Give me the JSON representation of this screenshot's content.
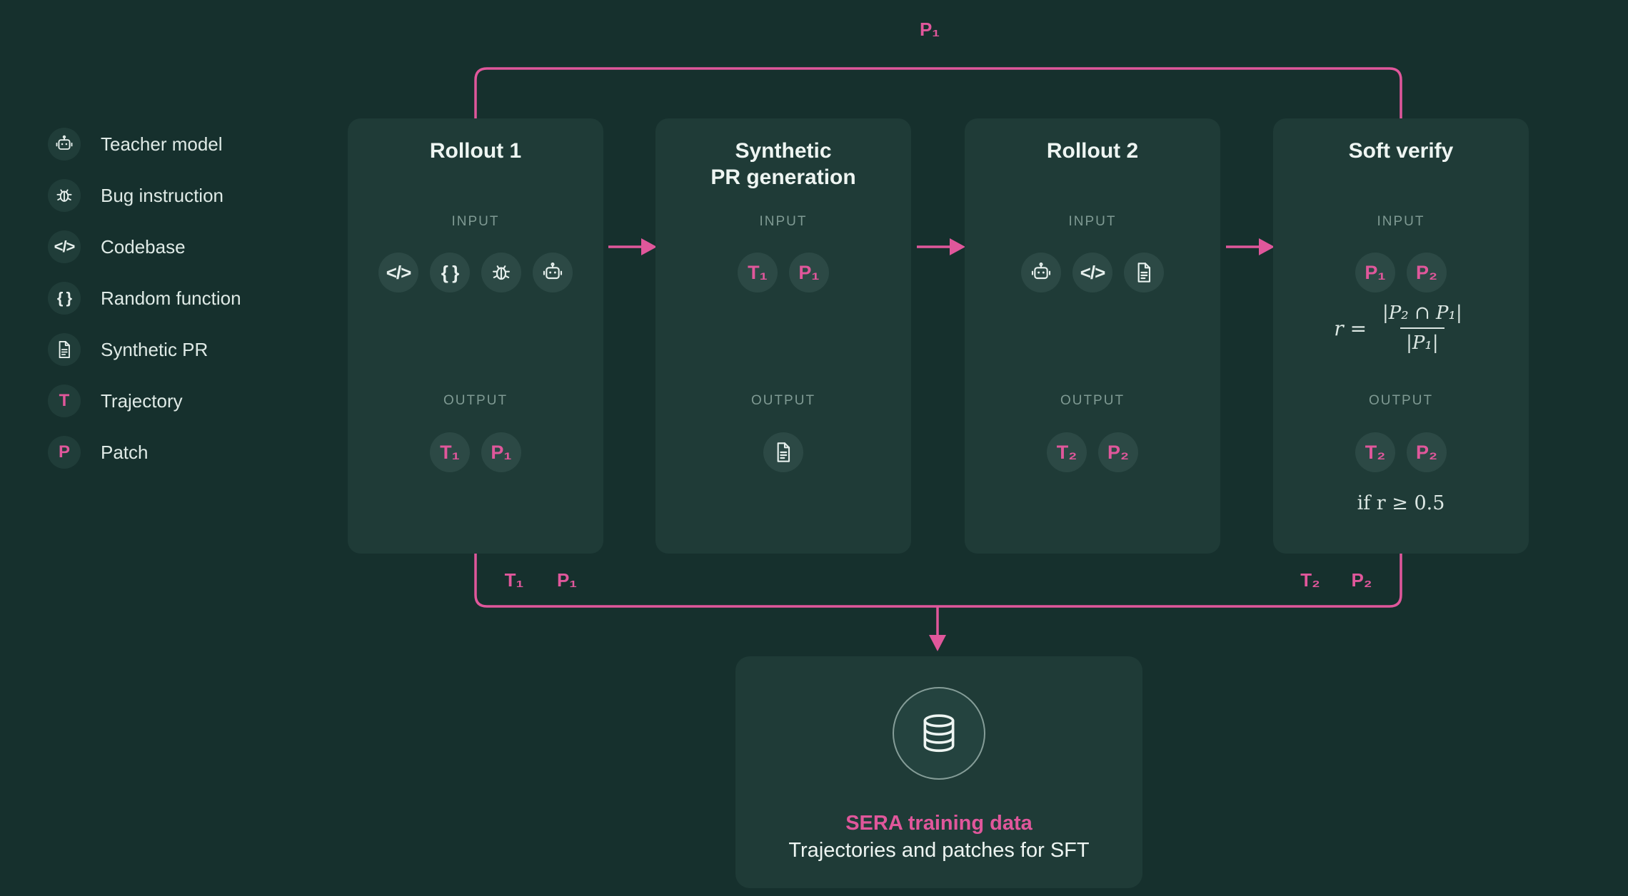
{
  "colors": {
    "background": "#16302d",
    "card": "#1f3b37",
    "chip": "#2c4945",
    "accent_pink": "#e0579b",
    "text": "#eef5f2",
    "muted_label": "#7f9a93"
  },
  "legend": {
    "items": [
      {
        "icon": "robot-icon",
        "label": "Teacher model"
      },
      {
        "icon": "bug-icon",
        "label": "Bug instruction"
      },
      {
        "icon": "code-icon",
        "label": "Codebase"
      },
      {
        "icon": "braces-icon",
        "label": "Random function"
      },
      {
        "icon": "document-icon",
        "label": "Synthetic PR"
      },
      {
        "icon": "trajectory-badge",
        "label": "Trajectory",
        "badge": "T"
      },
      {
        "icon": "patch-badge",
        "label": "Patch",
        "badge": "P"
      }
    ]
  },
  "glyphs": {
    "code": "</>",
    "braces": "{ }"
  },
  "flow": {
    "top_label": "P₁",
    "bottom_left_labels": [
      "T₁",
      "P₁"
    ],
    "bottom_right_labels": [
      "T₂",
      "P₂"
    ]
  },
  "panels": [
    {
      "title": "Rollout 1",
      "input_label": "INPUT",
      "inputs_icons": [
        "code-icon",
        "braces-icon",
        "bug-icon",
        "robot-icon"
      ],
      "output_label": "OUTPUT",
      "outputs": [
        "T₁",
        "P₁"
      ]
    },
    {
      "title": "Synthetic\nPR generation",
      "input_label": "INPUT",
      "inputs": [
        "T₁",
        "P₁"
      ],
      "output_label": "OUTPUT",
      "outputs_icons": [
        "document-icon"
      ]
    },
    {
      "title": "Rollout 2",
      "input_label": "INPUT",
      "inputs_icons": [
        "robot-icon",
        "code-icon",
        "document-icon"
      ],
      "output_label": "OUTPUT",
      "outputs": [
        "T₂",
        "P₂"
      ]
    },
    {
      "title": "Soft verify",
      "input_label": "INPUT",
      "inputs": [
        "P₁",
        "P₂"
      ],
      "formula": {
        "lhs": "r =",
        "numerator": "|P₂ ∩ P₁|",
        "denominator": "|P₁|"
      },
      "output_label": "OUTPUT",
      "outputs": [
        "T₂",
        "P₂"
      ],
      "condition": "if r ≥ 0.5"
    }
  ],
  "result_card": {
    "title": "SERA training data",
    "subtitle": "Trajectories and patches for SFT"
  }
}
